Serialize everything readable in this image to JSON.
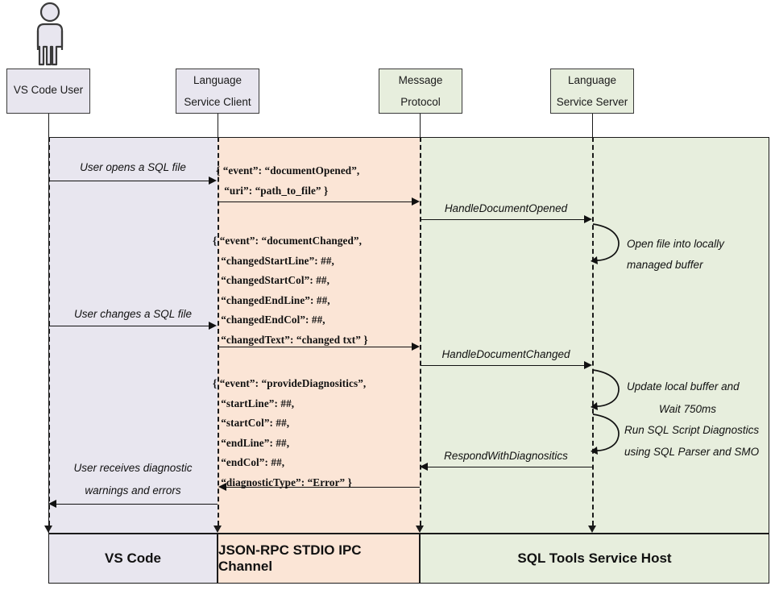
{
  "diagram": {
    "title": "SQL Tools Service language service sequence diagram",
    "colors": {
      "lavender": "#e8e6ef",
      "peach": "#fbe5d6",
      "green": "#e7eedd",
      "stroke": "#1a1a1a"
    }
  },
  "actor": {
    "name": "vs-code-user-actor"
  },
  "participants": [
    {
      "id": "vs-code-user",
      "line1": "VS Code User",
      "line2": "",
      "single": true
    },
    {
      "id": "language-service-client",
      "line1": "Language",
      "line2": "Service Client",
      "single": false
    },
    {
      "id": "message-protocol",
      "line1": "Message",
      "line2": "Protocol",
      "single": false
    },
    {
      "id": "language-service-server",
      "line1": "Language",
      "line2": "Service Server",
      "single": false
    }
  ],
  "footer": [
    {
      "id": "vs-code",
      "label": "VS Code"
    },
    {
      "id": "json-rpc",
      "label": "JSON-RPC STDIO IPC Channel"
    },
    {
      "id": "sql-tools-host",
      "label": "SQL Tools Service Host"
    }
  ],
  "messages": {
    "user_opens_file": "User opens a SQL file",
    "user_changes_file": "User changes a SQL file",
    "user_receives_line1": "User receives diagnostic",
    "user_receives_line2": "warnings and errors",
    "handle_document_opened": "HandleDocumentOpened",
    "handle_document_changed": "HandleDocumentChanged",
    "respond_with_diagnostics": "RespondWithDiagnositics"
  },
  "notes": {
    "open_file_line1": "Open file into locally",
    "open_file_line2": "managed buffer",
    "update_buffer_line1": "Update local buffer and",
    "update_buffer_line2": "Wait 750ms",
    "run_diagnostics_line1": "Run SQL Script Diagnostics",
    "run_diagnostics_line2": "using SQL Parser and SMO"
  },
  "payloads": {
    "document_opened": "{ “event”: “documentOpened”,\n   “uri”: “path_to_file” }",
    "document_changed": "{ “event”: “documentChanged”,\n   “changedStartLine”: ##,\n   “changedStartCol”: ##,\n   “changedEndLine”: ##,\n   “changedEndCol”: ##,\n   “changedText”: “changed txt” }",
    "provide_diagnostics": "{ “event”: “provideDiagnositics”,\n   “startLine”: ##,\n   “startCol”: ##,\n   “endLine”: ##,\n   “endCol”: ##,\n   “diagnosticType”: “Error” }"
  }
}
